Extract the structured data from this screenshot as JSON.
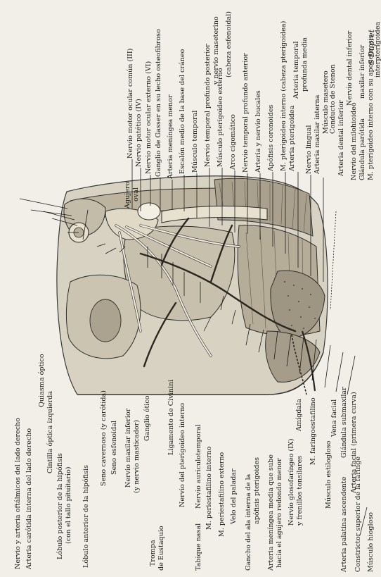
{
  "labels_left": [
    "Nervio y arteria oftálmicos del lado derecho",
    "Arteria carótida interna del lado derecho",
    "Quiasma óptico",
    "Cintilla óptica izquierda",
    "Lóbulo posterior de la hipófisis",
    "(con el tallo pituitario)",
    "Lóbulo anterior de la hipófisis",
    "Seno cavernoso (y carótida)",
    "Seno esfenoidal",
    "Nervio maxilar inferior",
    "(y nervio masticador)",
    "Ganglio ótico",
    "Trompa",
    "de Eustaquio",
    "Ligamento de Civinini",
    "Nervio del pterigoideo interno",
    "Tabique nasal",
    "Nervio auriculotemporal",
    "M. periestafilino interno",
    "M. periestafilino externo",
    "Velo del paladar",
    "Gancho del ala interna de la",
    "apófisis pterigoides",
    "Arteria meníngea media que sube",
    "hacia el agujero redondo menor",
    "Nervio glosofaríngeo (IX)",
    "y frenillos tonsilares",
    "Amígdala",
    "M. faringoestafilino",
    "Músculo estilogloso",
    "Arteria palatina ascendente",
    "Constrictor superior de la faringe",
    "Músculo hiogloso"
  ],
  "labels_right": [
    "Nervio motor ocular común (III)",
    "Nervio patético (IV)",
    "Nervio motor ocular externo (VI)",
    "Ganglio de Gasser en su lecho osteofibroso",
    "Arteria meníngea menor",
    "Escalón medio de la base del cráneo",
    "Músculo temporal",
    "Nervio temporal profundo posterior",
    "y nervio maseterino",
    "Músculo pterigoideo externo",
    "(cabeza esfenoidal)",
    "Arco cigomático",
    "Nervio temporal profundo anterior",
    "Arteria y nervio bucales",
    "Apófisis coronoides",
    "M. pterigoideo interno (cabeza pterigoidea)",
    "Arteria pterigoidea",
    "Arteria temporal",
    "profunda media",
    "Nervio lingual",
    "Arteria maxilar interna",
    "Músculo masetero",
    "Conducto de Stenon",
    "Arteria dental inferior",
    "Nervio dental inferior",
    "Nervio del milohioideo",
    "Glándula parótida",
    "maxilar inferior",
    "M. pterigoideo interno con su aponeurosis",
    "interpterigoidea",
    "Vena facial",
    "Glándula submaxilar",
    "Arteria facial (primera curva)"
  ],
  "inline_labels": [
    "Agujero",
    "oval"
  ],
  "signature": "S Dupret"
}
